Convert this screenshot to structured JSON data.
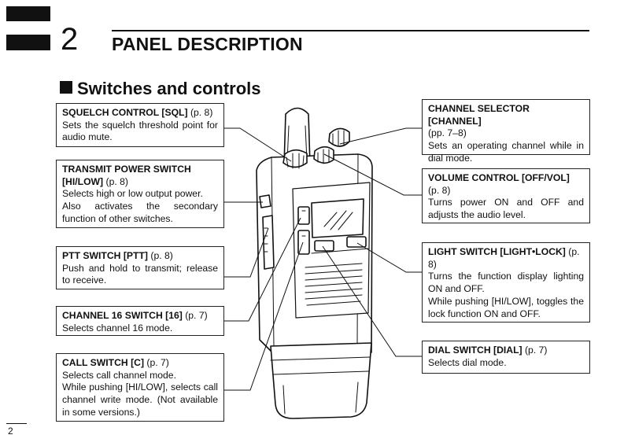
{
  "chapter": {
    "number": "2",
    "title": "PANEL DESCRIPTION"
  },
  "section": {
    "title": "Switches and controls"
  },
  "page_number": "2",
  "callouts": {
    "squelch": {
      "title": "SQUELCH CONTROL [SQL]",
      "ref": " (p. 8)",
      "desc": [
        "Sets the squelch threshold point for audio mute."
      ]
    },
    "tx_power": {
      "title": "TRANSMIT  POWER SWITCH [HI/LOW]",
      "ref": " (p. 8)",
      "desc": [
        "Selects high or low output power.",
        "Also activates the secondary function of other switches."
      ]
    },
    "ptt": {
      "title": "PTT SWITCH [PTT]",
      "ref": " (p. 8)",
      "desc": [
        "Push and hold to transmit; release to receive."
      ]
    },
    "ch16": {
      "title": "CHANNEL 16 SWITCH [16]",
      "ref": " (p. 7)",
      "desc": [
        "Selects channel 16 mode."
      ]
    },
    "call": {
      "title": "CALL SWITCH [C]",
      "ref": " (p. 7)",
      "desc": [
        "Selects call channel mode.",
        "While pushing [HI/LOW], selects call channel write mode.  (Not available in some versions.)"
      ]
    },
    "channel_selector": {
      "title": "CHANNEL SELECTOR [CHANNEL]",
      "ref": " (pp. 7–8)",
      "desc": [
        "Sets an operating channel while in dial mode."
      ]
    },
    "volume": {
      "title": "VOLUME CONTROL [OFF/VOL]",
      "ref": " (p. 8)",
      "desc": [
        "Turns power ON and OFF and adjusts the audio level."
      ]
    },
    "light": {
      "title": "LIGHT SWITCH [LIGHT•LOCK]",
      "ref": " (p. 8)",
      "desc": [
        "Turns the function display lighting ON and OFF.",
        "While pushing [HI/LOW], toggles the lock function ON and OFF."
      ]
    },
    "dial": {
      "title": "DIAL SWITCH [DIAL]",
      "ref": " (p. 7)",
      "desc": [
        "Selects dial mode."
      ]
    }
  }
}
